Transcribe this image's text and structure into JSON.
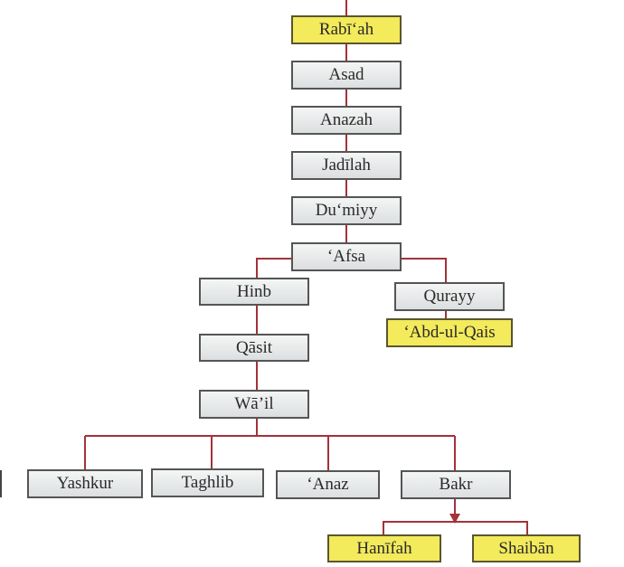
{
  "diagram": {
    "title_node": "Rabī‘ah",
    "nodes": [
      {
        "id": "rabiah",
        "label": "Rabī‘ah",
        "highlight": true
      },
      {
        "id": "asad",
        "label": "Asad",
        "highlight": false
      },
      {
        "id": "anazah",
        "label": "Anazah",
        "highlight": false
      },
      {
        "id": "jadilah",
        "label": "Jadīlah",
        "highlight": false
      },
      {
        "id": "dumiyy",
        "label": "Du‘miyy",
        "highlight": false
      },
      {
        "id": "afsa",
        "label": "‘Afsa",
        "highlight": false
      },
      {
        "id": "hinb",
        "label": "Hinb",
        "highlight": false
      },
      {
        "id": "qurayy",
        "label": "Qurayy",
        "highlight": false
      },
      {
        "id": "abdulqais",
        "label": "‘Abd-ul-Qais",
        "highlight": true
      },
      {
        "id": "qasit",
        "label": "Qāsit",
        "highlight": false
      },
      {
        "id": "wail",
        "label": "Wā’il",
        "highlight": false
      },
      {
        "id": "yashkur",
        "label": "Yashkur",
        "highlight": false
      },
      {
        "id": "taghlib",
        "label": "Taghlib",
        "highlight": false
      },
      {
        "id": "anaz",
        "label": "‘Anaz",
        "highlight": false
      },
      {
        "id": "bakr",
        "label": "Bakr",
        "highlight": false
      },
      {
        "id": "hanifah",
        "label": "Hanīfah",
        "highlight": true
      },
      {
        "id": "shaiban",
        "label": "Shaibān",
        "highlight": true
      }
    ],
    "colors": {
      "line": "#a3323a",
      "highlight": "#f3ea5c",
      "box": "#e4e6e7"
    }
  }
}
